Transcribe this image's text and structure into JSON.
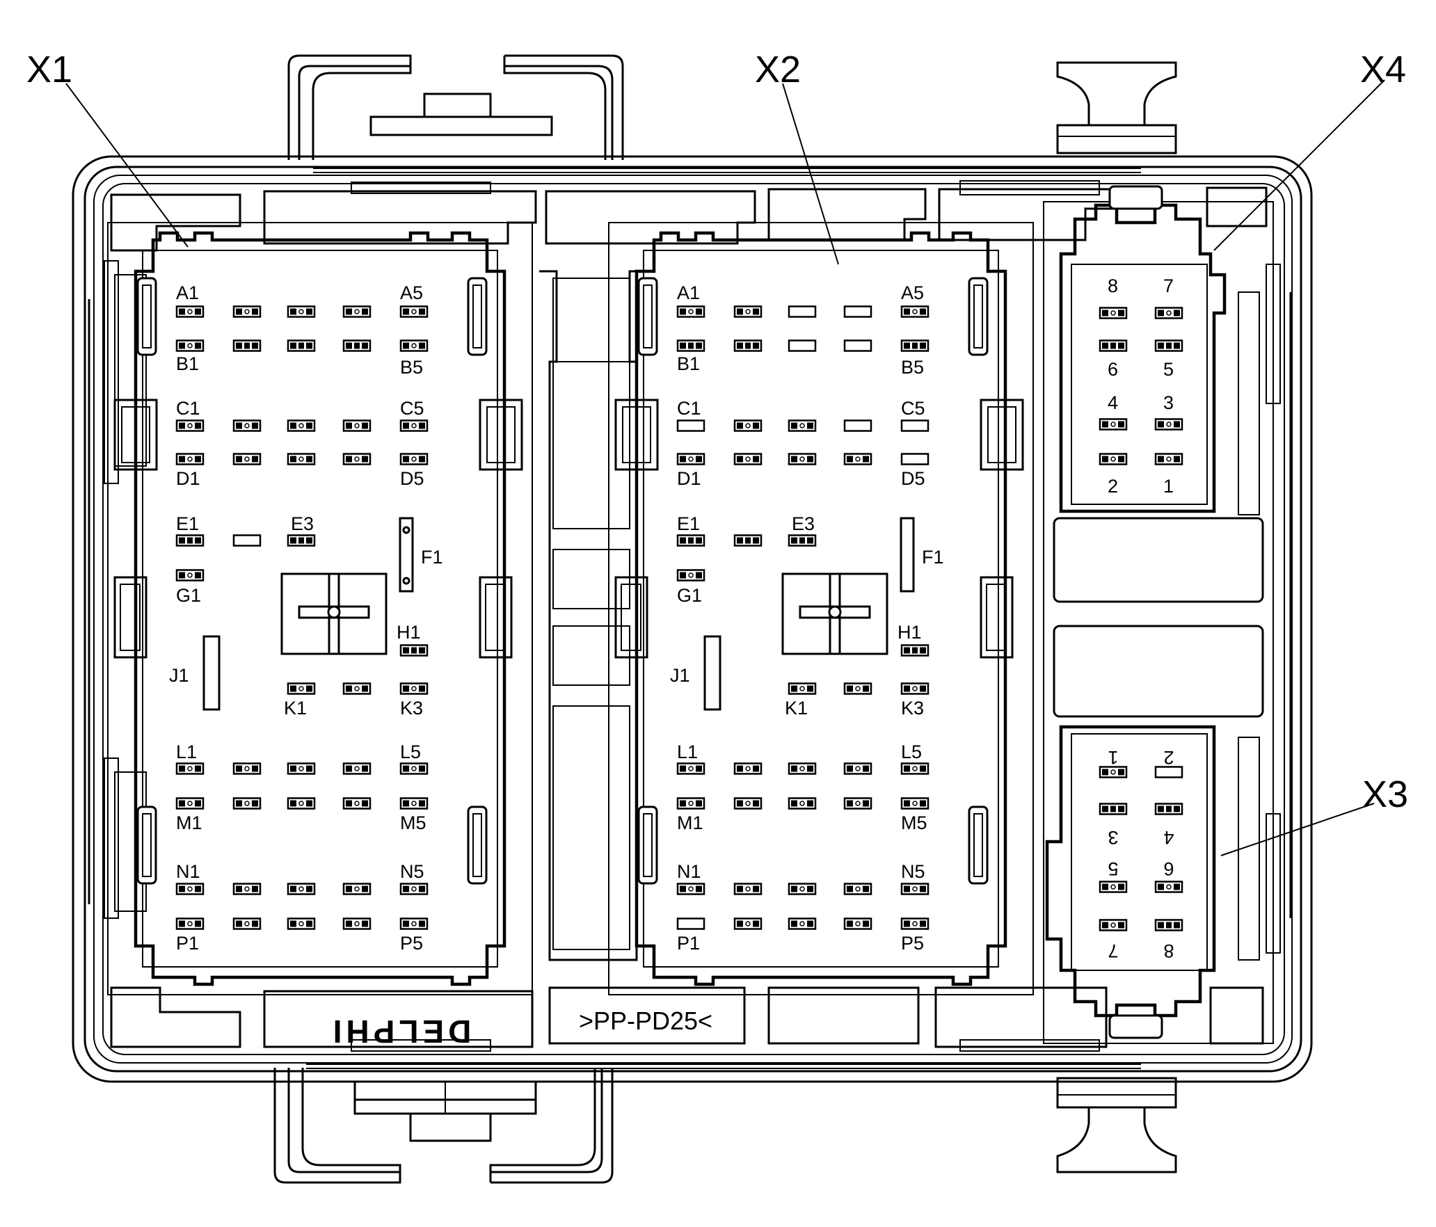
{
  "callouts": {
    "x1": "X1",
    "x2": "X2",
    "x3": "X3",
    "x4": "X4"
  },
  "labels": {
    "a1": "A1",
    "a5": "A5",
    "b1": "B1",
    "b5": "B5",
    "c1": "C1",
    "c5": "C5",
    "d1": "D1",
    "d5": "D5",
    "e1": "E1",
    "e3": "E3",
    "f1": "F1",
    "g1": "G1",
    "h1": "H1",
    "j1": "J1",
    "k1": "K1",
    "k3": "K3",
    "l1": "L1",
    "l5": "L5",
    "m1": "M1",
    "m5": "M5",
    "n1": "N1",
    "n5": "N5",
    "p1": "P1",
    "p5": "P5"
  },
  "x4_pins": [
    "8",
    "7",
    "6",
    "5",
    "4",
    "3",
    "2",
    "1"
  ],
  "x3_pins": [
    "1",
    "2",
    "3",
    "4",
    "5",
    "6",
    "7",
    "8"
  ],
  "housing_text": {
    "brand": "DELPHI",
    "material_mark": ">PP-PD25<"
  },
  "colors": {
    "line": "#000000",
    "background": "#ffffff"
  }
}
